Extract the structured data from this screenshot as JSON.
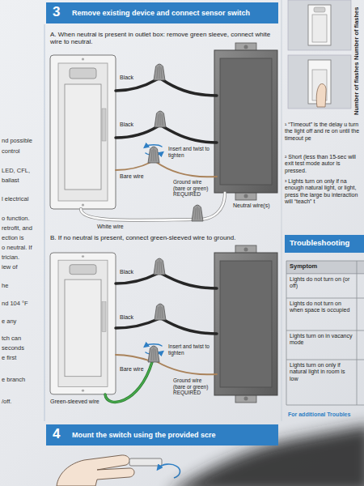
{
  "diagram": {
    "nodes": [
      {
        "text": [
          "3",
          "Remove existing device and connect sensor switch"
        ]
      },
      {
        "text": [
          "Troubleshooting"
        ]
      },
      {
        "text": [
          "4",
          "Mount the switch using the provided scre"
        ]
      }
    ],
    "labels": [
      "A. When neutral is present in outlet box: remove green sleeve, connect white wire to neutral.",
      "Black",
      "Black",
      "Insert and twist to tighten",
      "Bare wire",
      "Ground wire (bare or green) REQUIRED",
      "Neutral wire(s)",
      "White wire",
      "B. If no neutral is present, connect green-sleeved wire to ground.",
      "Black",
      "Black",
      "Insert and twist to tighten",
      "Bare wire",
      "Green-sleeved wire",
      "Ground wire (bare or green) REQUIRED",
      "nd possible",
      "control",
      "LED, CFL,",
      "ballast",
      "l electrical",
      "o function.",
      "retrofit, and",
      "ection is",
      "o neutral. If",
      "trician.",
      "iew of",
      "he",
      "nd 104 °F",
      "e any",
      "tch can",
      "seconds",
      "e first",
      "e branch",
      "/off.",
      "Number of flashes",
      "Number of flashes",
      "¹ “Timeout” is the delay u turn the light off and re on until the timeout pe",
      "² Short (less than 15-sec will exit test mode autor is pressed.",
      "³ Lights turn on only if na enough natural light, or light, press the large bu interaction will “teach” t",
      "Symptom",
      "Lights do not turn on (or off)",
      "Lights do not turn on when space is occupied",
      "Lights turn on in vacancy mode",
      "Lights turn on only if natural light in room is low",
      "For additional Troubles"
    ]
  }
}
